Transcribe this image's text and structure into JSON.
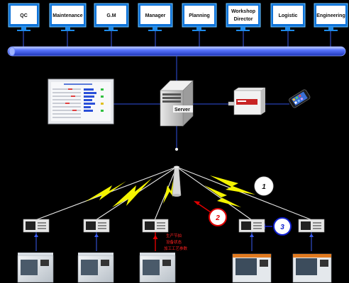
{
  "monitors": [
    {
      "lines": [
        "QC"
      ]
    },
    {
      "lines": [
        "Maintenance"
      ]
    },
    {
      "lines": [
        "G.M"
      ]
    },
    {
      "lines": [
        "Manager"
      ]
    },
    {
      "lines": [
        "Planning"
      ]
    },
    {
      "lines": [
        "Workshop",
        "Director"
      ]
    },
    {
      "lines": [
        "Logistic"
      ]
    },
    {
      "lines": [
        "Engineering"
      ]
    }
  ],
  "server": {
    "label": "Server"
  },
  "badges": [
    {
      "label": "1",
      "color": "#ffffff",
      "text_color": "#111111"
    },
    {
      "label": "2",
      "color": "#ffffff",
      "text_color": "#e00000",
      "ring": "#e00000"
    },
    {
      "label": "3",
      "color": "#ffffff",
      "text_color": "#1020d0",
      "ring": "#1020d0"
    }
  ],
  "machine_note": {
    "lines": [
      "生产节拍",
      "设备状态",
      "加工工艺参数"
    ]
  },
  "colors": {
    "backbone": "#3a5cf0",
    "network_line": "#2f4fe0",
    "bolt": "#f4f400",
    "monitor_frame": "#2ea0ff",
    "monitor_screen": "#ffffff"
  },
  "icons": {
    "monitor": "monitor-icon",
    "server": "server-icon",
    "dashboard": "dashboard-screen-icon",
    "gateway": "gateway-device-icon",
    "phone": "smartphone-icon",
    "antenna": "wireless-antenna-icon",
    "terminal": "machine-terminal-icon",
    "machine": "cnc-machine-icon"
  }
}
